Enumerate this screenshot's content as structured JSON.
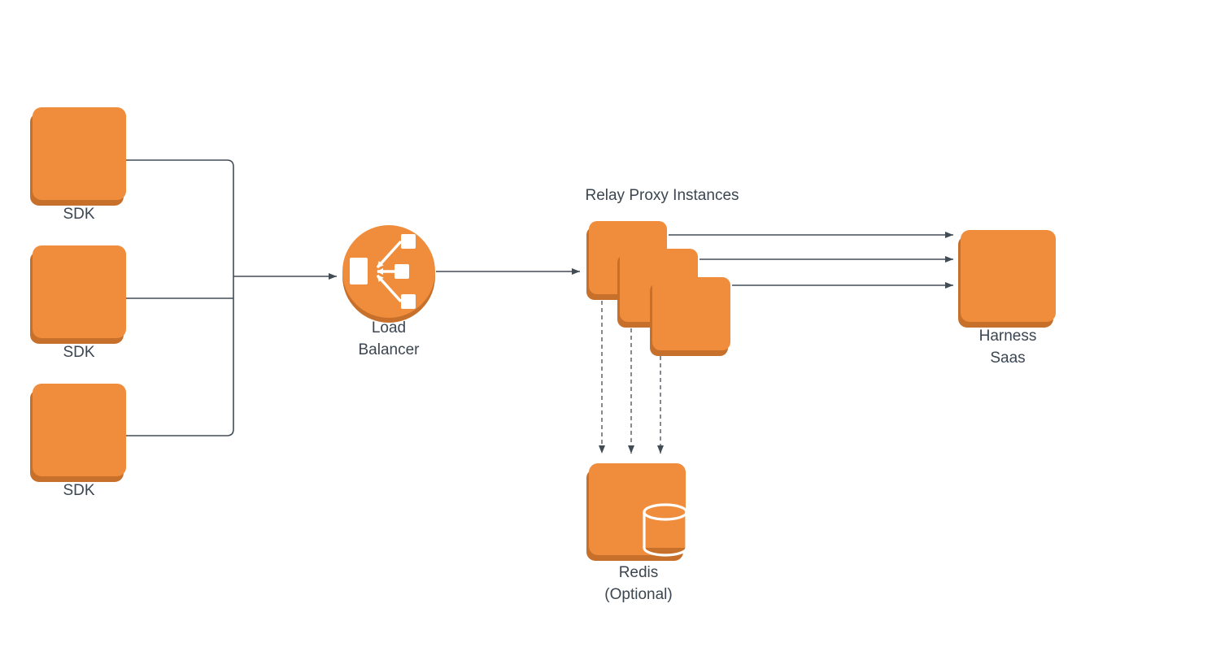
{
  "diagram": {
    "colors": {
      "node-fill": "#EF8D3D",
      "node-shadow": "#C7702B",
      "edge": "#424C55",
      "text": "#3C4650",
      "icon": "#FFFFFF",
      "background": "#FFFFFF"
    },
    "nodes": {
      "sdk_top": {
        "label": "SDK"
      },
      "sdk_middle": {
        "label": "SDK"
      },
      "sdk_bottom": {
        "label": "SDK"
      },
      "load_balancer": {
        "label_line1": "Load",
        "label_line2": "Balancer"
      },
      "relay_proxy_group": {
        "title": "Relay Proxy Instances"
      },
      "harness_saas": {
        "label_line1": "Harness",
        "label_line2": "Saas"
      },
      "redis": {
        "label_line1": "Redis",
        "label_line2": "(Optional)"
      }
    }
  }
}
